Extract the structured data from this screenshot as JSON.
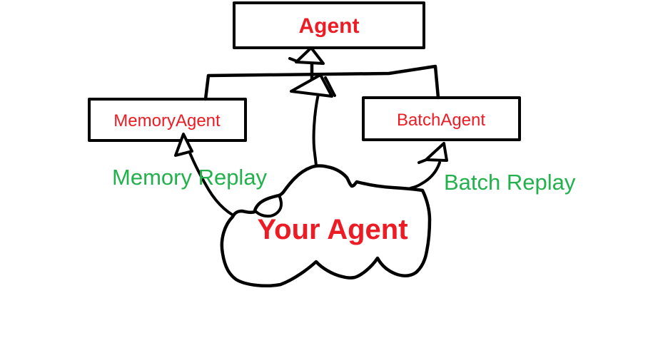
{
  "colors": {
    "red": "#ED1C24",
    "green": "#22B14C",
    "ink": "#000000",
    "background": "#FFFFFF"
  },
  "nodes": {
    "agent": {
      "label": "Agent"
    },
    "memory_agent": {
      "label": "MemoryAgent"
    },
    "batch_agent": {
      "label": "BatchAgent"
    },
    "your_agent": {
      "label": "Your Agent"
    }
  },
  "edge_labels": {
    "memory_replay": "Memory Replay",
    "batch_replay": "Batch Replay"
  },
  "edges": [
    {
      "from": "MemoryAgent",
      "to": "Agent",
      "type": "inheritance"
    },
    {
      "from": "BatchAgent",
      "to": "Agent",
      "type": "inheritance"
    },
    {
      "from": "Your Agent",
      "to": "Agent",
      "type": "inheritance"
    },
    {
      "from": "Your Agent",
      "to": "MemoryAgent",
      "type": "inheritance",
      "label": "Memory Replay"
    },
    {
      "from": "Your Agent",
      "to": "BatchAgent",
      "type": "inheritance",
      "label": "Batch Replay"
    }
  ]
}
